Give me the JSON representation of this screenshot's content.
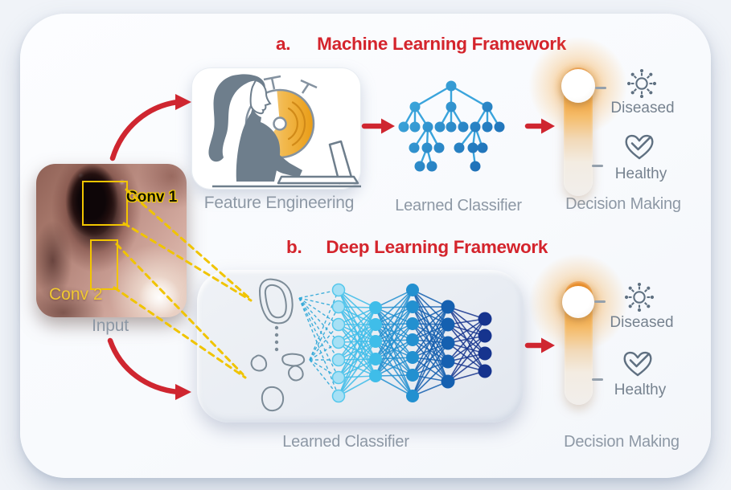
{
  "figure": {
    "panel_a": {
      "index": "a.",
      "title": "Machine Learning Framework"
    },
    "panel_b": {
      "index": "b.",
      "title": "Deep Learning Framework"
    }
  },
  "input_block": {
    "conv1": "Conv 1",
    "conv2": "Conv 2",
    "caption": "Input"
  },
  "ml_row": {
    "feature_caption": "Feature Engineering",
    "classifier_caption": "Learned Classifier",
    "decision_caption": "Decision Making",
    "diseased": "Diseased",
    "healthy": "Healthy"
  },
  "dl_row": {
    "classifier_caption": "Learned Classifier",
    "decision_caption": "Decision Making",
    "diseased": "Diseased",
    "healthy": "Healthy"
  },
  "icons": {
    "diseased": "virus-icon",
    "healthy": "heart-check-icon",
    "feature_engineering": "analyst-with-gauge-icon",
    "ml_classifier": "decision-tree-icon",
    "dl_classifier": "neural-network-icon",
    "decision": "vertical-slider-icon"
  },
  "colors": {
    "accent_red": "#d4242c",
    "conv_yellow": "#f0c400",
    "label_gray": "#8d98a5",
    "tree_blue_light": "#41b1e2",
    "tree_blue_dark": "#1a67b2",
    "nn_layer1": "#a6e0f5",
    "nn_layer1_stroke": "#56c8ec",
    "nn_layer2": "#3fbde9",
    "nn_layer3": "#2390d0",
    "nn_layer4": "#1560b0",
    "nn_layer5": "#16348e",
    "nn_dashed": "#2fa8d8",
    "slider_orange": "#e8811b",
    "icon_gray": "#5f7081"
  }
}
